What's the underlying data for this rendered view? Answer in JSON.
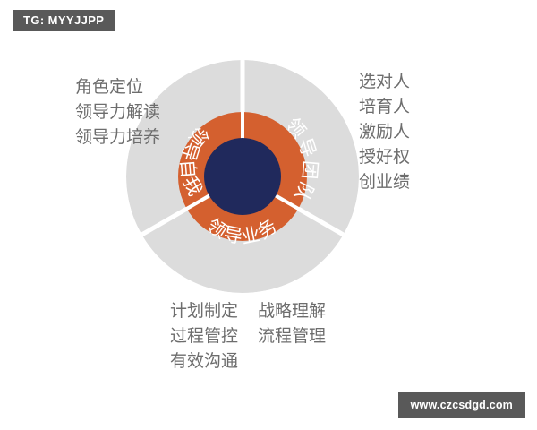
{
  "badge": {
    "text": "TG: MYYJJPP"
  },
  "watermark": {
    "text": "www.czcsdgd.com"
  },
  "diagram": {
    "title": "",
    "colors": {
      "outer_ring": "#dcdcdc",
      "inner_ring": "#d4602f",
      "core": "#20295c",
      "divider": "#ffffff",
      "annotation_text": "#6d6d6d",
      "ring_label_text": "#ffffff",
      "badge_bg": "#595959",
      "badge_text": "#ffffff",
      "background": "#ffffff"
    },
    "segments": [
      {
        "id": "lead-self",
        "ring_label": "领导自我",
        "items": [
          "角色定位",
          "领导力解读",
          "领导力培养"
        ]
      },
      {
        "id": "lead-team",
        "ring_label": "领导团队",
        "items": [
          "选对人",
          "培育人",
          "激励人",
          "授好权",
          "创业绩"
        ]
      },
      {
        "id": "lead-business",
        "ring_label": "领导业务",
        "items_col1": [
          "计划制定",
          "过程管控",
          "有效沟通"
        ],
        "items_col2": [
          "战略理解",
          "流程管理"
        ]
      }
    ]
  },
  "chart_data": {
    "type": "pie",
    "title": "",
    "categories": [
      "领导自我",
      "领导团队",
      "领导业务"
    ],
    "values": [
      33.3,
      33.3,
      33.3
    ],
    "legend": "none",
    "annotations": {
      "领导自我": [
        "角色定位",
        "领导力解读",
        "领导力培养"
      ],
      "领导团队": [
        "选对人",
        "培育人",
        "激励人",
        "授好权",
        "创业绩"
      ],
      "领导业务": [
        "计划制定",
        "战略理解",
        "过程管控",
        "流程管理",
        "有效沟通"
      ]
    }
  }
}
